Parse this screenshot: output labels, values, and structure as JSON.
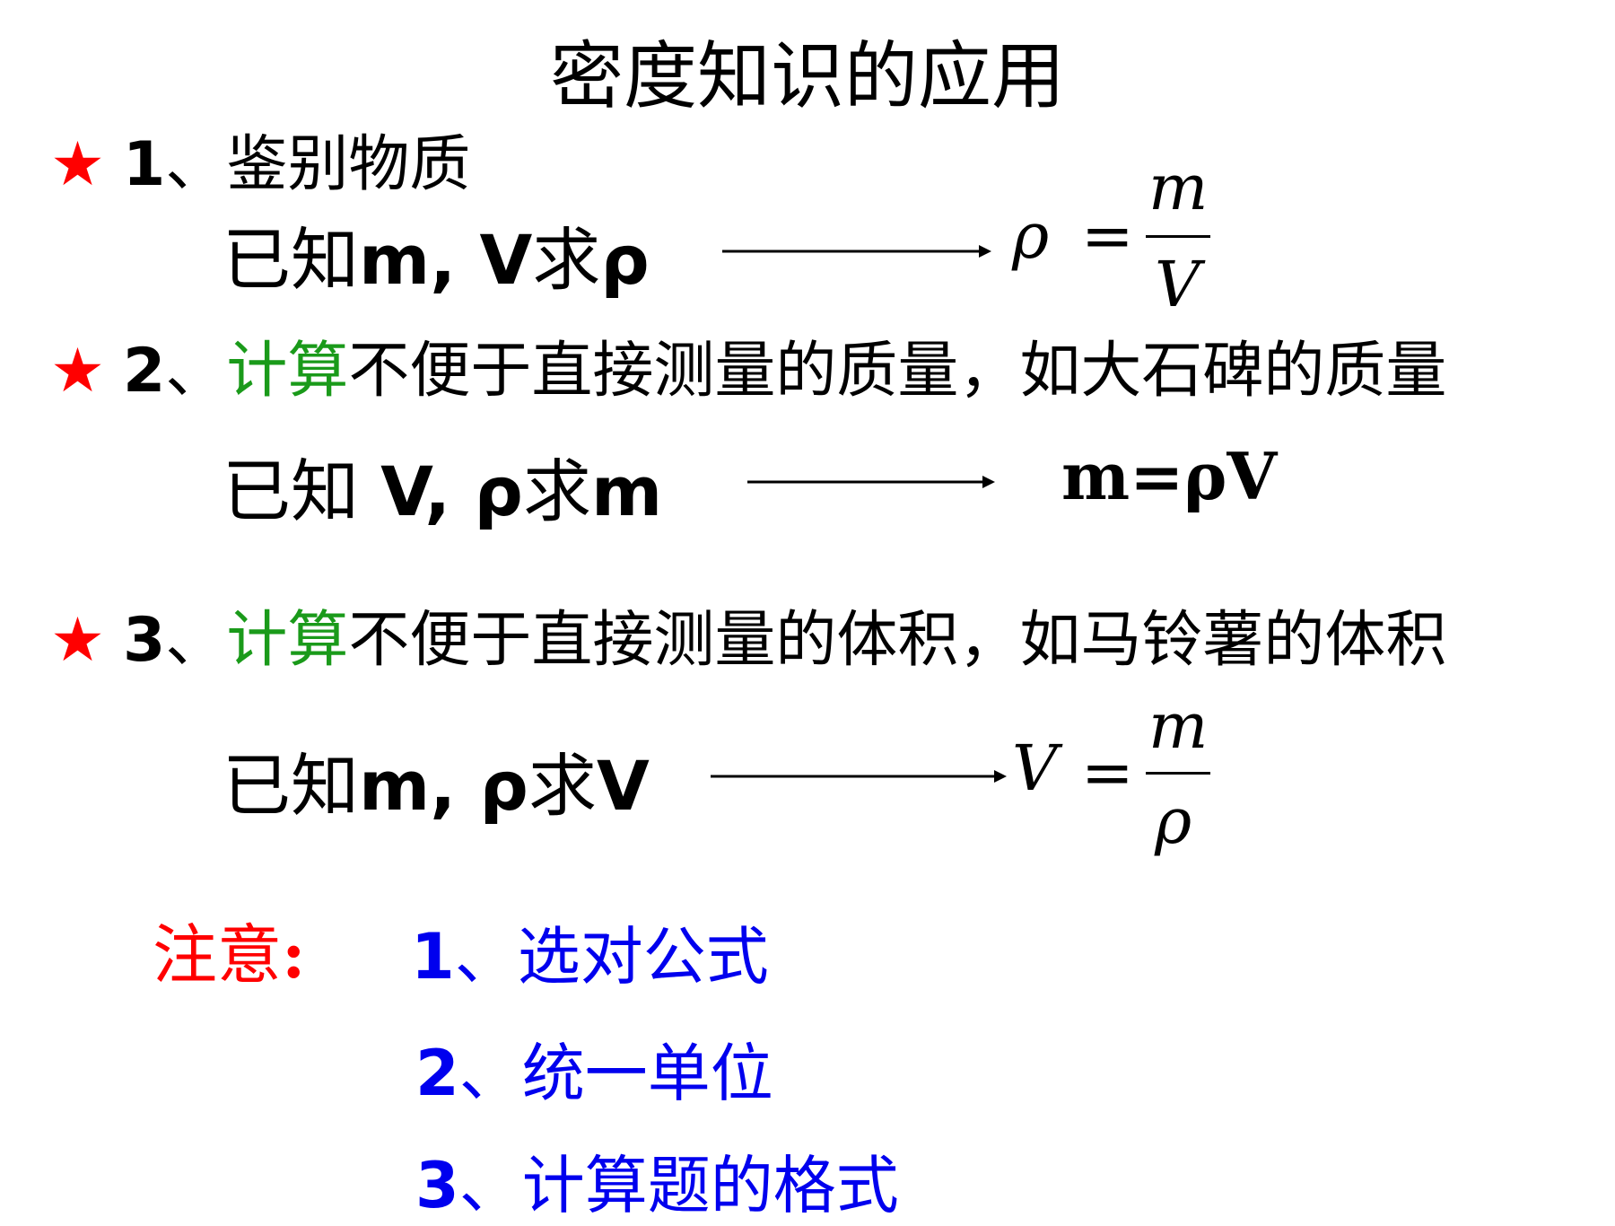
{
  "title": "密度知识的应用",
  "items": [
    {
      "star": "★",
      "num": "1",
      "sep": "、",
      "green": "",
      "text": "鉴别物质",
      "given_cn1": "已知",
      "given_b1": "m, V",
      "given_cn2": "求",
      "given_b2": "ρ",
      "formula_lhs": "ρ",
      "formula_eq": "=",
      "formula_num": "m",
      "formula_den": "V"
    },
    {
      "star": "★",
      "num": "2",
      "sep": "、",
      "green": "计算",
      "text": "不便于直接测量的质量，如大石碑的质量",
      "given_cn1": "已知 ",
      "given_b1": "V, ρ",
      "given_cn2": "求",
      "given_b2": "m",
      "formula": "m=ρV"
    },
    {
      "star": "★",
      "num": "3",
      "sep": "、",
      "green": "计算",
      "text": "不便于直接测量的体积，如马铃薯的体积",
      "given_cn1": "已知",
      "given_b1": "m, ρ",
      "given_cn2": "求",
      "given_b2": "V",
      "formula_lhs": "V",
      "formula_eq": "=",
      "formula_num": "m",
      "formula_den": "ρ"
    }
  ],
  "note": {
    "label": "注意",
    "colon": ":",
    "points": [
      {
        "num": "1",
        "sep": "、",
        "text": "选对公式"
      },
      {
        "num": "2",
        "sep": "、",
        "text": "统一单位"
      },
      {
        "num": "3",
        "sep": "、",
        "text": "计算题的格式"
      }
    ]
  },
  "colors": {
    "star": "#ff0000",
    "highlight": "#1a9a1a",
    "note_label": "#ff0000",
    "note_points": "#0000ee"
  }
}
